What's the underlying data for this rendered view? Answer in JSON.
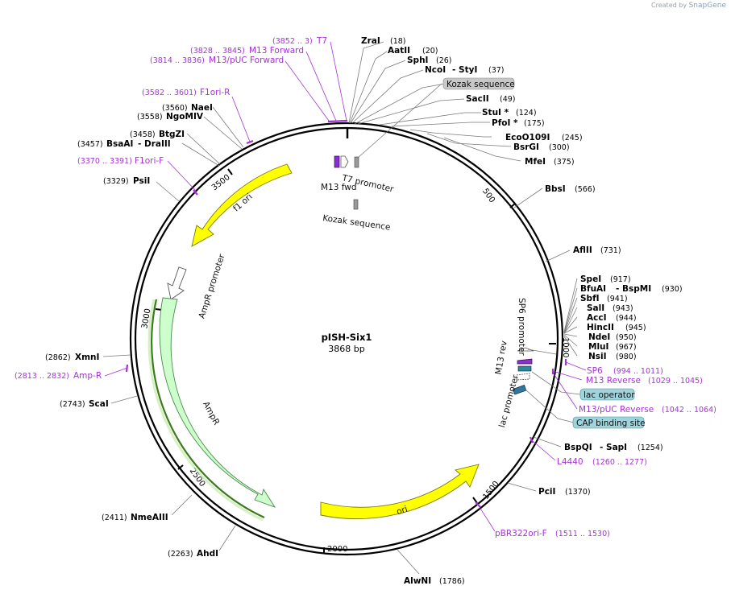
{
  "credit": {
    "text": "Created by",
    "brand": "SnapGene"
  },
  "map": {
    "name": "pISH-Six1",
    "length": "3868 bp"
  },
  "ticks": [
    "500",
    "1000",
    "1500",
    "2000",
    "2500",
    "3000",
    "3500"
  ],
  "enzymes": [
    {
      "name": "ZraI",
      "pos": "(18)"
    },
    {
      "name": "AatII",
      "pos": "(20)"
    },
    {
      "name": "SphI",
      "pos": "(26)"
    },
    {
      "name": "NcoI",
      "extra": "- StyI",
      "pos": "(37)"
    },
    {
      "name": "SacII",
      "pos": "(49)"
    },
    {
      "name": "StuI *",
      "pos": "(124)"
    },
    {
      "name": "PfoI *",
      "pos": "(175)"
    },
    {
      "name": "EcoO109I",
      "pos": "(245)"
    },
    {
      "name": "BsrGI",
      "pos": "(300)"
    },
    {
      "name": "MfeI",
      "pos": "(375)"
    },
    {
      "name": "BbsI",
      "pos": "(566)"
    },
    {
      "name": "AflII",
      "pos": "(731)"
    },
    {
      "name": "SpeI",
      "pos": "(917)"
    },
    {
      "name": "BfuAI",
      "extra": "- BspMI",
      "pos": "(930)"
    },
    {
      "name": "SbfI",
      "pos": "(941)"
    },
    {
      "name": "SalI",
      "pos": "(943)"
    },
    {
      "name": "AccI",
      "pos": "(944)"
    },
    {
      "name": "HincII",
      "pos": "(945)"
    },
    {
      "name": "NdeI",
      "pos": "(950)"
    },
    {
      "name": "MluI",
      "pos": "(967)"
    },
    {
      "name": "NsiI",
      "pos": "(980)"
    },
    {
      "name": "BspQI",
      "extra": "- SapI",
      "pos": "(1254)"
    },
    {
      "name": "PciI",
      "pos": "(1370)"
    },
    {
      "name": "AlwNI",
      "pos": "(1786)"
    },
    {
      "name": "AhdI",
      "pos": "(2263)"
    },
    {
      "name": "NmeAIII",
      "pos": "(2411)"
    },
    {
      "name": "ScaI",
      "pos": "(2743)"
    },
    {
      "name": "XmnI",
      "pos": "(2862)"
    },
    {
      "name": "PsiI",
      "pos": "(3329)"
    },
    {
      "name": "BsaAI",
      "extra": "- DraIII",
      "pos": "(3457)"
    },
    {
      "name": "BtgZI",
      "pos": "(3458)"
    },
    {
      "name": "NgoMIV",
      "pos": "(3558)"
    },
    {
      "name": "NaeI",
      "pos": "(3560)"
    }
  ],
  "primers": [
    {
      "name": "T7",
      "pos": "(3852 .. 3)"
    },
    {
      "name": "M13 Forward",
      "pos": "(3828 .. 3845)"
    },
    {
      "name": "M13/pUC Forward",
      "pos": "(3814 .. 3836)"
    },
    {
      "name": "F1ori-R",
      "pos": "(3582 .. 3601)"
    },
    {
      "name": "F1ori-F",
      "pos": "(3370 .. 3391)"
    },
    {
      "name": "Amp-R",
      "pos": "(2813 .. 2832)"
    },
    {
      "name": "SP6",
      "pos": "(994 .. 1011)"
    },
    {
      "name": "M13 Reverse",
      "pos": "(1029 .. 1045)"
    },
    {
      "name": "M13/pUC Reverse",
      "pos": "(1042 .. 1064)"
    },
    {
      "name": "L4440",
      "pos": "(1260 .. 1277)"
    },
    {
      "name": "pBR322ori-F",
      "pos": "(1511 .. 1530)"
    }
  ],
  "boxed_features": [
    "Kozak sequence",
    "lac operator",
    "CAP binding site"
  ],
  "features": [
    "f1 ori",
    "AmpR promoter",
    "AmpR",
    "ori",
    "T7 promoter",
    "M13 fwd",
    "Kozak sequence",
    "SP6 promoter",
    "M13 rev",
    "lac promoter"
  ],
  "colors": {
    "primer": "#a433d6",
    "f1ori": "#ffff00",
    "ampr": "#ccffcc",
    "ori": "#ffff00",
    "lac_operator": "#9fd4dc",
    "kozak_box": "#c8c8c8"
  }
}
